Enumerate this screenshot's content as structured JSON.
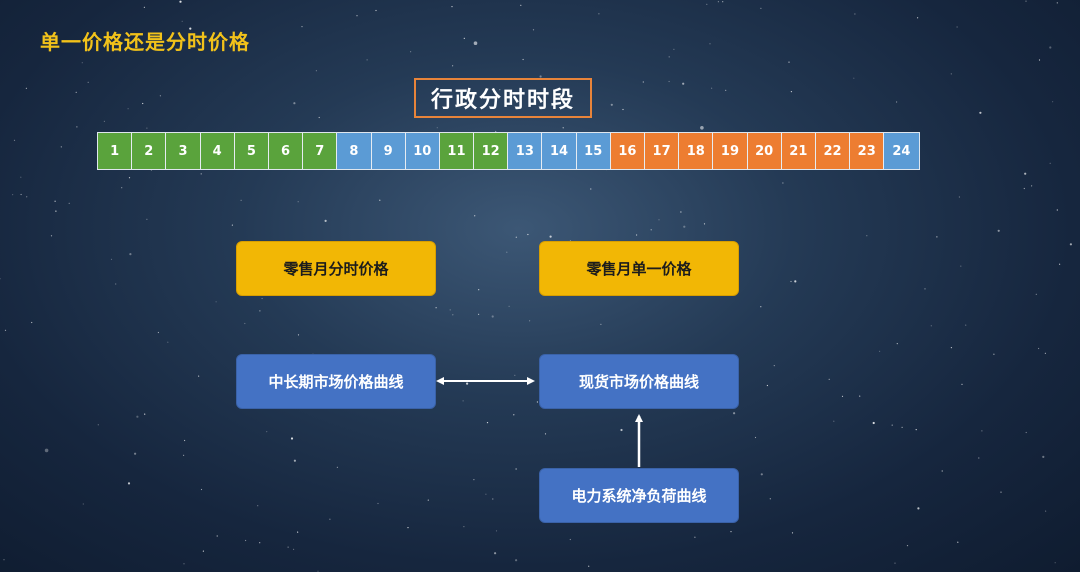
{
  "title": "单一价格还是分时价格",
  "header": "行政分时时段",
  "colors": {
    "green": "#5aa33c",
    "blue": "#5b9bd5",
    "orange": "#ed7d31",
    "title": "#f2c21a",
    "header_border": "#e8843a",
    "yellow_box": "#f2b705",
    "blue_box": "#4472c4"
  },
  "hours": [
    {
      "label": "1",
      "color": "green"
    },
    {
      "label": "2",
      "color": "green"
    },
    {
      "label": "3",
      "color": "green"
    },
    {
      "label": "4",
      "color": "green"
    },
    {
      "label": "5",
      "color": "green"
    },
    {
      "label": "6",
      "color": "green"
    },
    {
      "label": "7",
      "color": "green"
    },
    {
      "label": "8",
      "color": "blue"
    },
    {
      "label": "9",
      "color": "blue"
    },
    {
      "label": "10",
      "color": "blue"
    },
    {
      "label": "11",
      "color": "green"
    },
    {
      "label": "12",
      "color": "green"
    },
    {
      "label": "13",
      "color": "blue"
    },
    {
      "label": "14",
      "color": "blue"
    },
    {
      "label": "15",
      "color": "blue"
    },
    {
      "label": "16",
      "color": "orange"
    },
    {
      "label": "17",
      "color": "orange"
    },
    {
      "label": "18",
      "color": "orange"
    },
    {
      "label": "19",
      "color": "orange"
    },
    {
      "label": "20",
      "color": "orange"
    },
    {
      "label": "21",
      "color": "orange"
    },
    {
      "label": "22",
      "color": "orange"
    },
    {
      "label": "23",
      "color": "orange"
    },
    {
      "label": "24",
      "color": "blue"
    }
  ],
  "boxes": {
    "retail_tou": "零售月分时价格",
    "retail_single": "零售月单一价格",
    "midlong_curve": "中长期市场价格曲线",
    "spot_curve": "现货市场价格曲线",
    "netload_curve": "电力系统净负荷曲线"
  }
}
